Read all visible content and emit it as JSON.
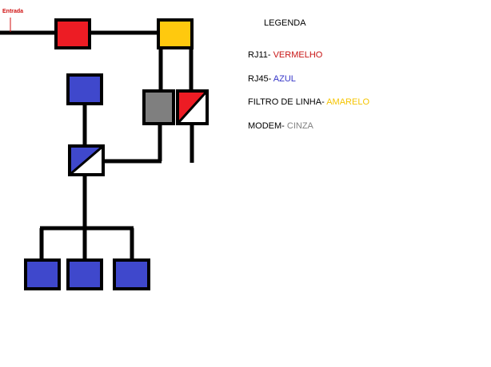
{
  "entrada_label": "Entrada",
  "legend": {
    "title": "LEGENDA",
    "items": [
      {
        "prefix": "RJ11- ",
        "color_name": "VERMELHO",
        "color": "#c81414"
      },
      {
        "prefix": "RJ45- ",
        "color_name": "AZUL",
        "color": "#3535c8"
      },
      {
        "prefix": "FILTRO DE LINHA- ",
        "color_name": "AMARELO",
        "color": "#f5c400"
      },
      {
        "prefix": "MODEM- ",
        "color_name": "CINZA",
        "color": "#808080"
      }
    ]
  },
  "colors": {
    "rj11": "#ed1c24",
    "rj45": "#3f48cc",
    "filter": "#ffc90e",
    "modem": "#7f7f7f",
    "line": "#000000",
    "entrada_line": "#d01010"
  }
}
